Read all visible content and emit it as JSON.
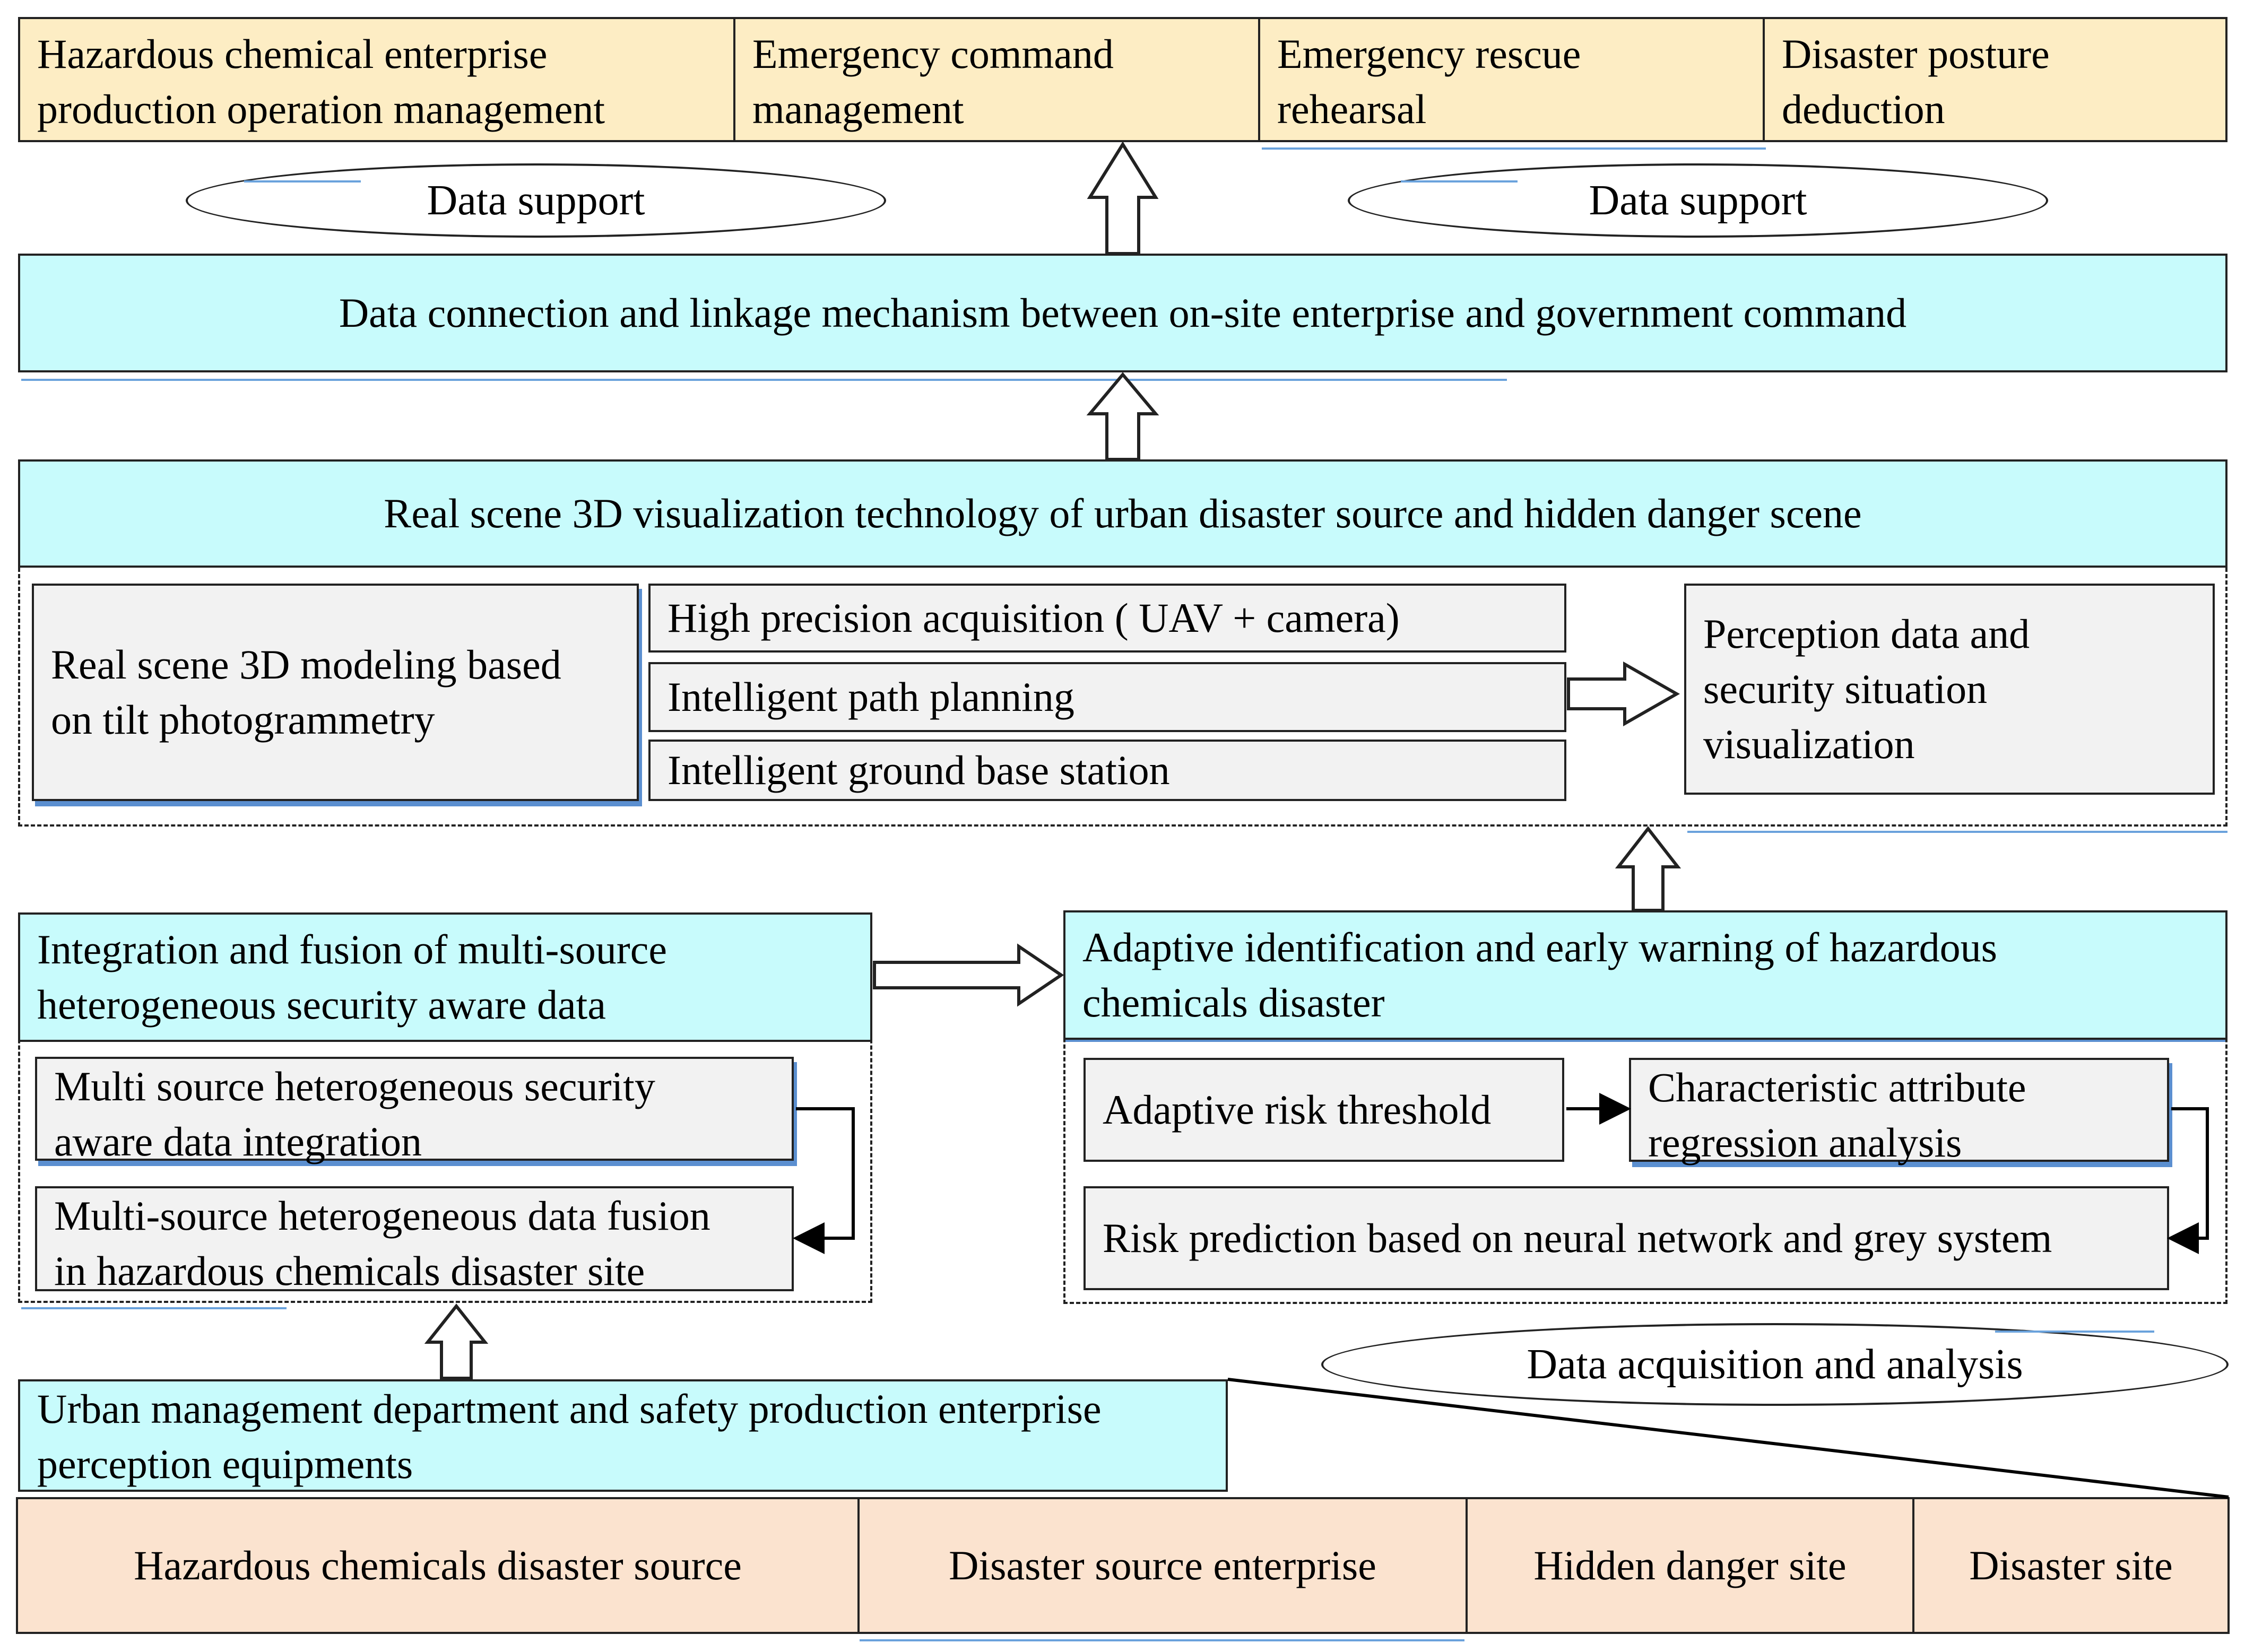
{
  "top_row": [
    {
      "line1": "Hazardous chemical enterprise",
      "line2": "production operation management"
    },
    {
      "line1": "Emergency command",
      "line2": "management"
    },
    {
      "line1": "Emergency rescue",
      "line2": "rehearsal"
    },
    {
      "line1": "Disaster posture",
      "line2": "deduction"
    }
  ],
  "data_support_left": "Data support",
  "data_support_right": "Data support",
  "linkage": "Data connection and linkage mechanism between on-site enterprise and government command",
  "visualization": {
    "title": "Real scene 3D visualization technology of urban disaster source and hidden danger scene",
    "modeling": {
      "line1": "Real scene 3D modeling based",
      "line2": "on tilt photogrammetry"
    },
    "acquisition": "High precision acquisition ( UAV + camera)",
    "path_planning": "Intelligent path planning",
    "base_station": "Intelligent ground base station",
    "perception": {
      "line1": "Perception data and",
      "line2": "security situation",
      "line3": "visualization"
    }
  },
  "integration": {
    "title": {
      "line1": "Integration and fusion of multi-source",
      "line2": "heterogeneous security aware data"
    },
    "item1": {
      "line1": "Multi source heterogeneous security",
      "line2": "aware data integration"
    },
    "item2": {
      "line1": "Multi-source heterogeneous data fusion",
      "line2": "in hazardous chemicals disaster site"
    }
  },
  "warning": {
    "title": {
      "line1": "Adaptive identification and early warning of hazardous",
      "line2": "chemicals disaster"
    },
    "threshold": "Adaptive risk threshold",
    "regression": {
      "line1": "Characteristic attribute",
      "line2": "regression analysis"
    },
    "prediction": "Risk prediction based on neural network and grey system"
  },
  "data_acquisition": "Data acquisition and analysis",
  "urban": {
    "line1": "Urban management department and safety production enterprise",
    "line2": "perception equipments"
  },
  "bottom_row": [
    "Hazardous chemicals disaster source",
    "Disaster source enterprise",
    "Hidden danger site",
    "Disaster site"
  ]
}
